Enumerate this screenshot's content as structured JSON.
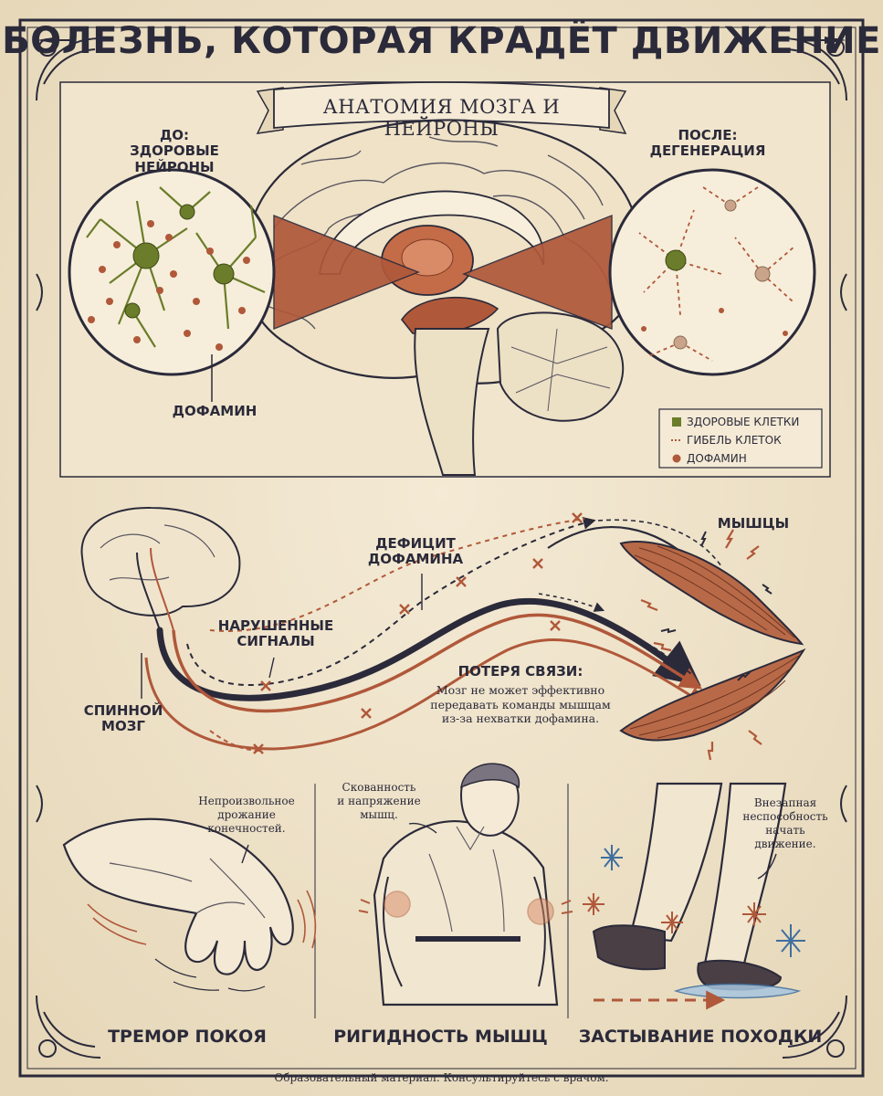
{
  "title": "БОЛЕЗНЬ, КОТОРАЯ КРАДЁТ ДВИЖЕНИЕ",
  "banner": "АНАТОМИЯ МОЗГА И НЕЙРОНЫ",
  "before": {
    "line1": "ДО:",
    "line2": "ЗДОРОВЫЕ НЕЙРОНЫ"
  },
  "after": {
    "line1": "ПОСЛЕ:",
    "line2": "ДЕГЕНЕРАЦИЯ"
  },
  "dopamine_label": "ДОФАМИН",
  "legend": {
    "healthy": "ЗДОРОВЫЕ КЛЕТКИ",
    "death": "ГИБЕЛЬ КЛЕТОК",
    "dopamine": "ДОФАМИН"
  },
  "colors": {
    "navy": "#2b2a3a",
    "rust": "#b0583a",
    "olive": "#6b7d2a",
    "paper": "#efe4cc",
    "ice": "#3f6f9e"
  },
  "pathway": {
    "muscles": "МЫШЦЫ",
    "deficit": [
      "ДЕФИЦИТ",
      "ДОФАМИНА"
    ],
    "broken": [
      "НАРУШЕННЫЕ",
      "СИГНАЛЫ"
    ],
    "loss_title": "ПОТЕРЯ СВЯЗИ:",
    "loss_text": [
      "Мозг не может эффективно",
      "передавать команды мышцам",
      "из-за нехватки дофамина."
    ],
    "spine": [
      "СПИННОЙ",
      "МОЗГ"
    ]
  },
  "panels": [
    {
      "title": "ТРЕМОР ПОКОЯ",
      "note": [
        "Непроизвольное",
        "дрожание",
        "конечностей."
      ]
    },
    {
      "title": "РИГИДНОСТЬ МЫШЦ",
      "note": [
        "Скованность",
        "и напряжение",
        "мышц."
      ]
    },
    {
      "title": "ЗАСТЫВАНИЕ ПОХОДКИ",
      "note": [
        "Внезапная",
        "неспособность",
        "начать",
        "движение."
      ]
    }
  ],
  "footer": "Образовательный материал. Консультируйтесь с врачом."
}
